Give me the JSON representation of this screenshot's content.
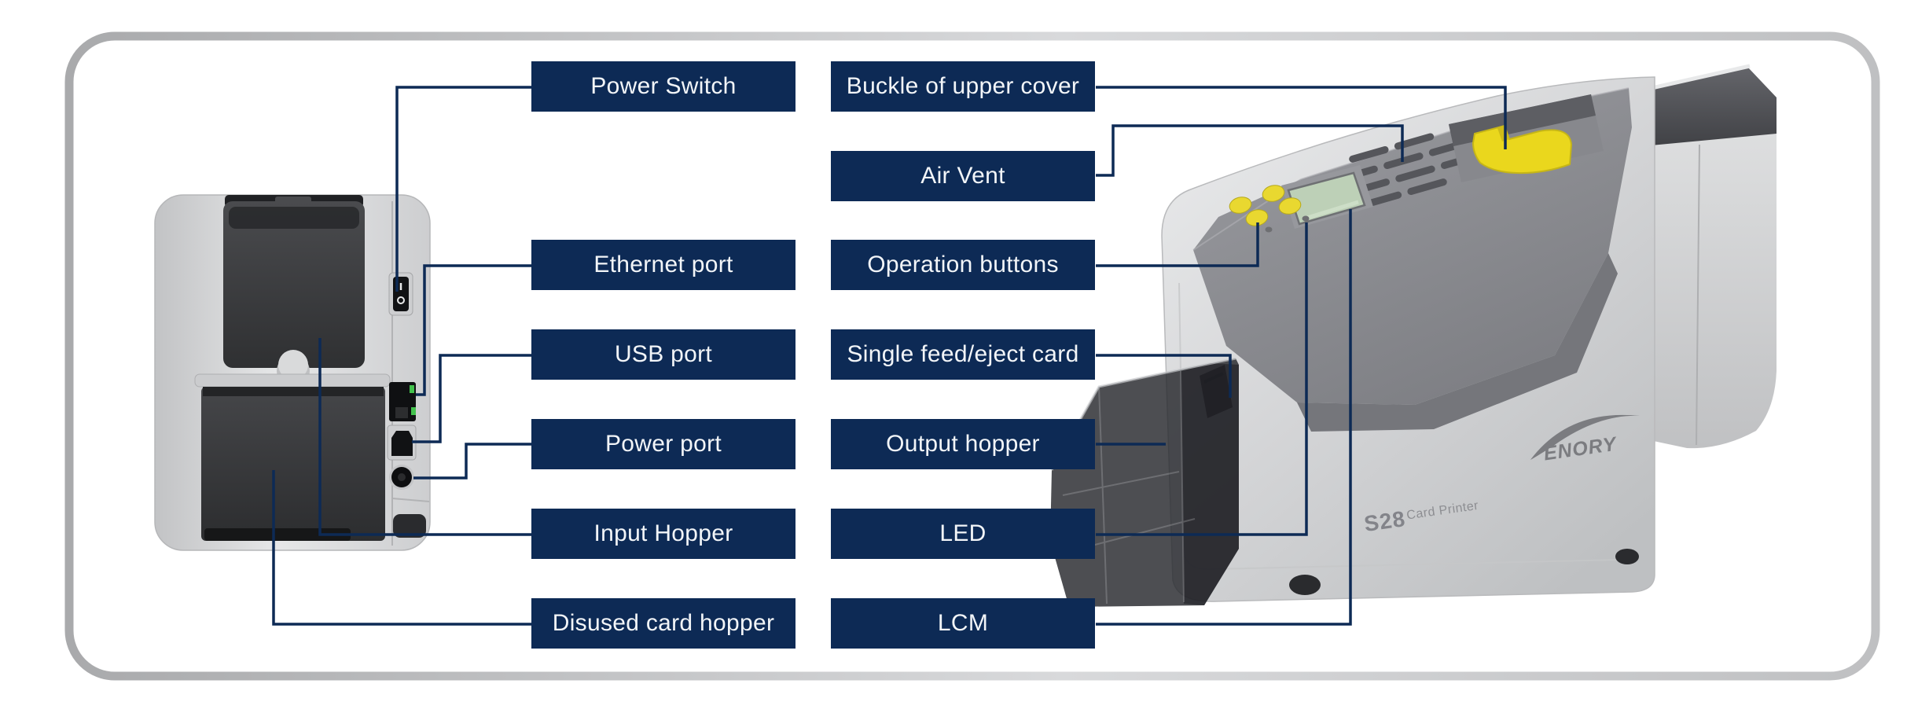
{
  "diagram": {
    "subject": "card-printer-parts-diagram",
    "colors": {
      "label_bg": "#0d2a55",
      "connector_line": "#0d2a55",
      "body_gray": "#d2d3d5",
      "dark_panel": "#3a3b3e",
      "top_panel_gray": "#8e8f94",
      "accent_yellow": "#e9d830",
      "lcd_green": "#bdd0b7",
      "led_green": "#43c24d"
    }
  },
  "labels": {
    "left": [
      {
        "id": "power-switch",
        "text": "Power Switch"
      },
      {
        "id": "ethernet-port",
        "text": "Ethernet port"
      },
      {
        "id": "usb-port",
        "text": "USB port"
      },
      {
        "id": "power-port",
        "text": "Power port"
      },
      {
        "id": "input-hopper",
        "text": "Input Hopper"
      },
      {
        "id": "disused-card-hopper",
        "text": "Disused card hopper"
      }
    ],
    "right": [
      {
        "id": "buckle-of-upper-cover",
        "text": "Buckle of upper cover"
      },
      {
        "id": "air-vent",
        "text": "Air Vent"
      },
      {
        "id": "operation-buttons",
        "text": "Operation buttons"
      },
      {
        "id": "single-feed-eject-card",
        "text": "Single feed/eject card"
      },
      {
        "id": "output-hopper",
        "text": "Output hopper"
      },
      {
        "id": "led",
        "text": "LED"
      },
      {
        "id": "lcm",
        "text": "LCM"
      }
    ]
  },
  "printer": {
    "model": "S28",
    "product_type": "Card Printer",
    "brand": "ENORY"
  }
}
